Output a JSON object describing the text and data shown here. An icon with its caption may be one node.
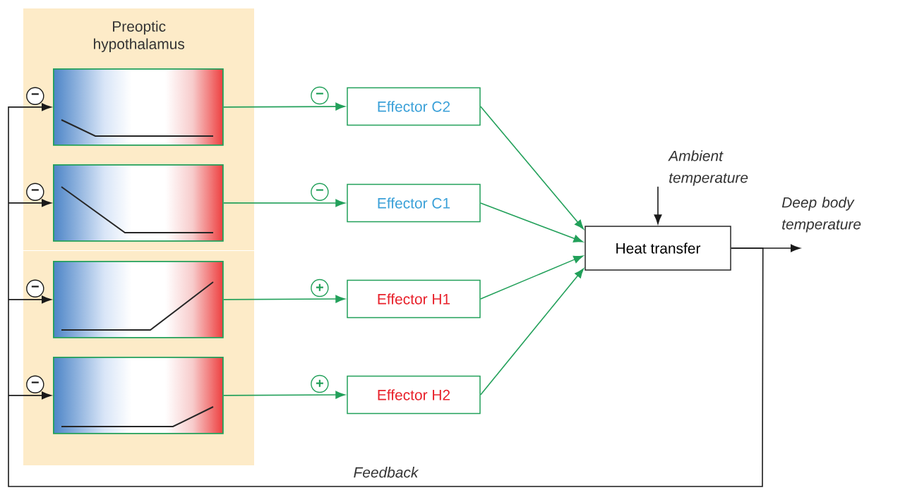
{
  "diagram": {
    "nodes": [
      {
        "text": [
          "Preoptic hypothalamus"
        ]
      },
      {
        "text": [],
        "shape": "box",
        "in": 0
      },
      {
        "text": [],
        "shape": "box",
        "in": 0
      },
      {
        "text": [],
        "shape": "box",
        "in": 0
      },
      {
        "text": [],
        "shape": "box",
        "in": 0
      },
      {
        "text": [
          "Effector C2"
        ]
      },
      {
        "text": [
          "Effector C1"
        ]
      },
      {
        "text": [
          "Effector H1"
        ]
      },
      {
        "text": [
          "Effector H2"
        ]
      },
      {
        "text": [
          "Heat transfer"
        ]
      },
      {
        "text": [
          "Ambient temperature"
        ]
      },
      {
        "text": [
          "Deep body temperature"
        ]
      }
    ],
    "edges": [
      {
        "from": 1,
        "to": 5,
        "arrow": "to",
        "label": "−"
      },
      {
        "from": 2,
        "to": 6,
        "arrow": "to",
        "label": "−"
      },
      {
        "from": 3,
        "to": 7,
        "arrow": "to",
        "label": "+"
      },
      {
        "from": 4,
        "to": 8,
        "arrow": "to",
        "label": "+"
      },
      {
        "from": 5,
        "to": 9,
        "arrow": "to"
      },
      {
        "from": 6,
        "to": 9,
        "arrow": "to"
      },
      {
        "from": 7,
        "to": 9,
        "arrow": "to"
      },
      {
        "from": 8,
        "to": 9,
        "arrow": "to"
      },
      {
        "from": 10,
        "to": 9,
        "arrow": "to",
        "color": "#1a1a1a"
      },
      {
        "from": 9,
        "to": 11,
        "arrow": "to",
        "color": "#1a1a1a"
      },
      {
        "from": 9,
        "to": 1,
        "arrow": "to",
        "label": "−",
        "color": "#1a1a1a"
      },
      {
        "from": 9,
        "to": 2,
        "arrow": "to",
        "label": "−",
        "color": "#1a1a1a"
      },
      {
        "from": 9,
        "to": 3,
        "arrow": "to",
        "label": "−",
        "color": "#1a1a1a"
      },
      {
        "from": 9,
        "to": 4,
        "arrow": "to",
        "label": "−",
        "color": "#1a1a1a"
      }
    ],
    "labels": [
      "Feedback"
    ]
  }
}
